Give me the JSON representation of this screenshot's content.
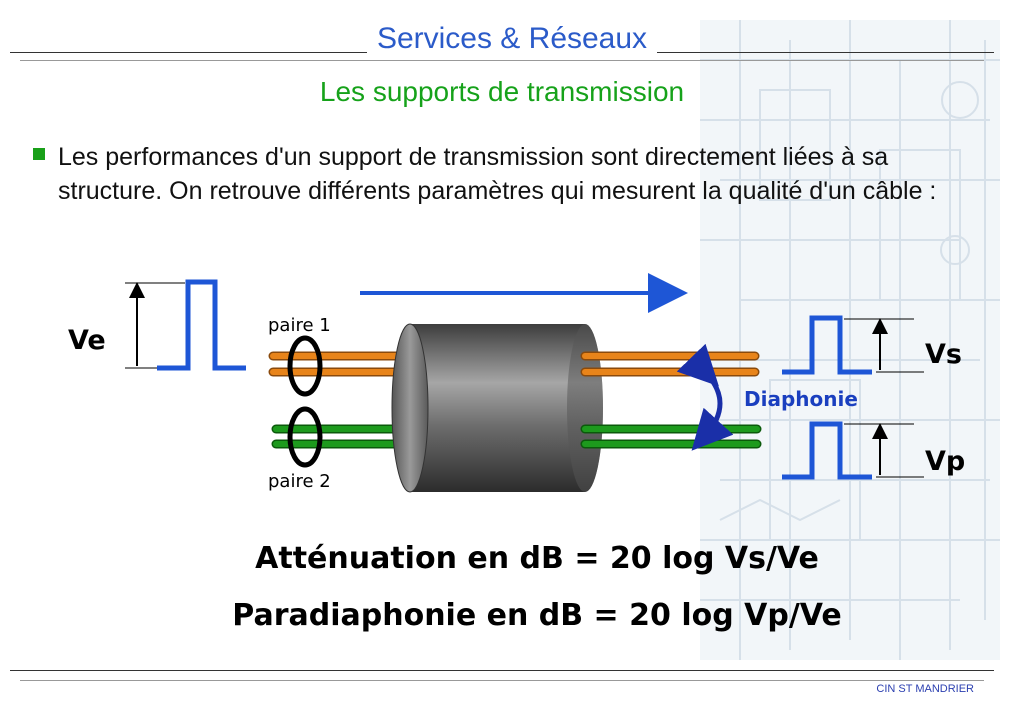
{
  "header": {
    "title": "Services & Réseaux",
    "subtitle": "Les supports de transmission"
  },
  "body": {
    "paragraph": "Les performances d'un support de transmission sont directement liées à sa structure. On retrouve différents paramètres qui mesurent la qualité d'un câble :"
  },
  "diagram": {
    "ve_label": "Ve",
    "vs_label": "Vs",
    "vp_label": "Vp",
    "pair1_label": "paire 1",
    "pair2_label": "paire 2",
    "crosstalk_label": "Diaphonie"
  },
  "formulas": {
    "attenuation": "Atténuation en dB = 20 log Vs/Ve",
    "paradiaphonie": "Paradiaphonie en dB = 20 log Vp/Ve"
  },
  "footer": {
    "org": "CIN ST MANDRIER"
  },
  "colors": {
    "title_blue": "#2b5bc9",
    "subtitle_green": "#16a21a",
    "pulse_blue": "#1e56d6",
    "pair1_orange": "#e8841a",
    "pair2_green": "#1d9a1d",
    "crosstalk_label": "#1a3fbf",
    "footer_blue": "#2b3fb0"
  }
}
